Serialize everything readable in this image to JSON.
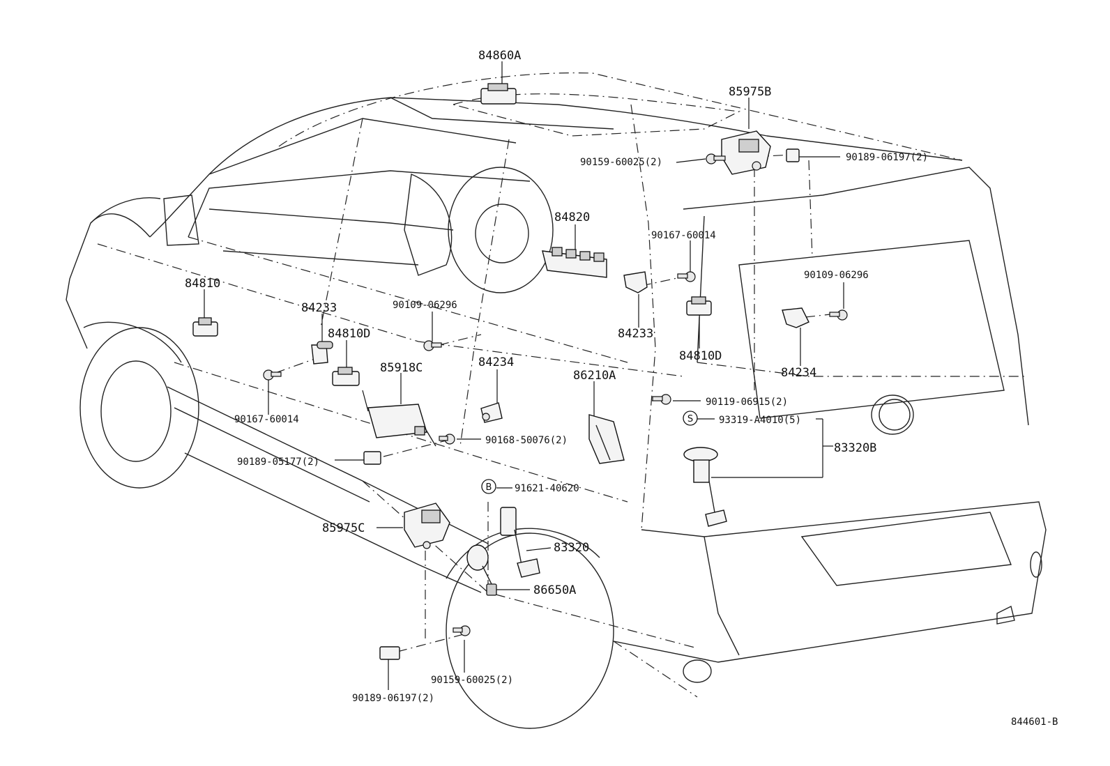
{
  "diagram_id": "844601-B",
  "markers": {
    "b": "B",
    "s": "S"
  },
  "labels": {
    "p84860A": "84860A",
    "p85975B": "85975B",
    "p90189_06197_top": "90189-06197(2)",
    "p90159_60025_top": "90159-60025(2)",
    "p84820": "84820",
    "p90167_60014_right": "90167-60014",
    "p90109_06296_right": "90109-06296",
    "p84810": "84810",
    "p84233_left": "84233",
    "p90109_06296_mid": "90109-06296",
    "p84810D_left": "84810D",
    "p85918C": "85918C",
    "p84234_left": "84234",
    "p86210A": "86210A",
    "p84233_right": "84233",
    "p84810D_right": "84810D",
    "p84234_right": "84234",
    "p90167_60014_left": "90167-60014",
    "p90168_50076": "90168-50076(2)",
    "p90119_06915": "90119-06915(2)",
    "p93319_A4010": "93319-A4010(5)",
    "p83320B": "83320B",
    "p90189_05177": "90189-05177(2)",
    "p91621_40620": "91621-40620",
    "p85975C": "85975C",
    "p83320": "83320",
    "p86650A": "86650A",
    "p90159_60025_bottom": "90159-60025(2)",
    "p90189_06197_bottom": "90189-06197(2)"
  }
}
